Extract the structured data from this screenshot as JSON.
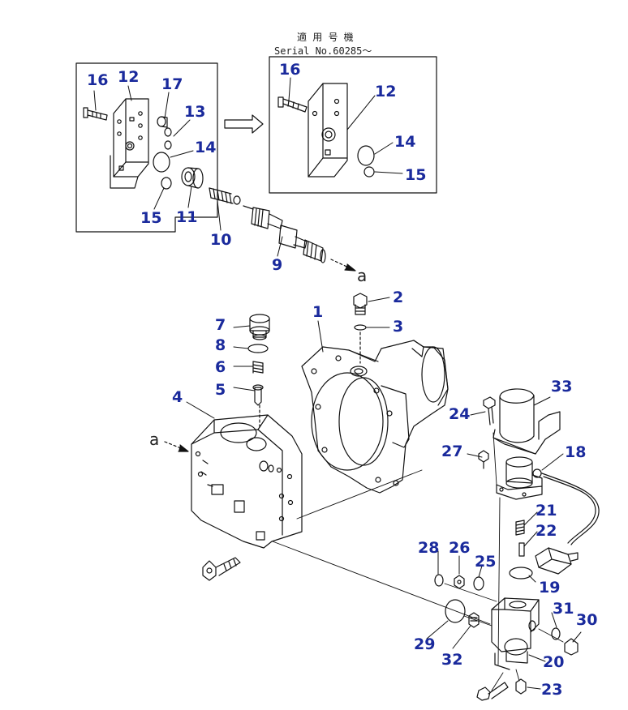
{
  "serial_note": {
    "line1": "適 用 号 機",
    "line2": "Serial No.60285〜"
  },
  "direction_markers": [
    "a",
    "a"
  ],
  "callouts": {
    "c1": "1",
    "c2": "2",
    "c3": "3",
    "c4": "4",
    "c5": "5",
    "c6": "6",
    "c7": "7",
    "c8": "8",
    "c9": "9",
    "c10": "10",
    "c11": "11",
    "left_12": "12",
    "left_13": "13",
    "left_14": "14",
    "left_15": "15",
    "left_16": "16",
    "left_17": "17",
    "right_12": "12",
    "right_14": "14",
    "right_15": "15",
    "right_16": "16",
    "c18": "18",
    "c19": "19",
    "c20": "20",
    "c21": "21",
    "c22": "22",
    "c23": "23",
    "c24": "24",
    "c25": "25",
    "c26": "26",
    "c27": "27",
    "c28": "28",
    "c29": "29",
    "c30": "30",
    "c31": "31",
    "c32": "32",
    "c33": "33"
  }
}
